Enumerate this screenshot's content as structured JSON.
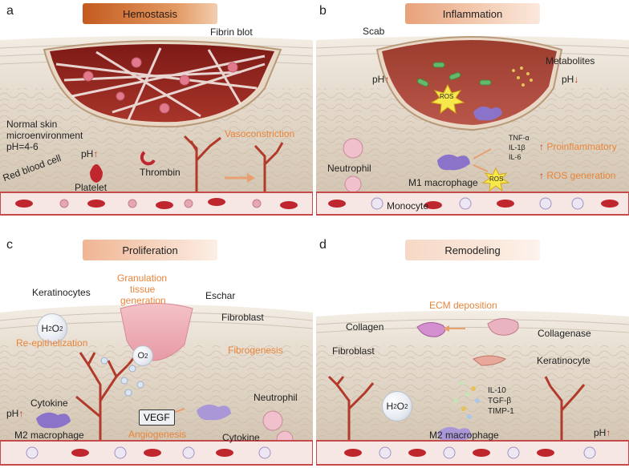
{
  "panels": {
    "a": {
      "letter": "a",
      "title": "Hemostasis",
      "labels": {
        "fibrin": "Fibrin blot",
        "normal_skin_1": "Normal skin",
        "normal_skin_2": "microenvironment",
        "normal_skin_3": "pH=4-6",
        "vasoconstriction": "Vasoconstriction",
        "ph": "pH",
        "thrombin": "Thrombin",
        "rbc": "Red blood cell",
        "platelet": "Platelet"
      }
    },
    "b": {
      "letter": "b",
      "title": "Inflammation",
      "labels": {
        "scab": "Scab",
        "metabolites": "Metabolites",
        "ph_left": "pH",
        "ph_right": "pH",
        "ros_center": "ROS",
        "tnf": "TNF-α",
        "il1": "IL-1β",
        "il6": "IL-6",
        "proinflammatory": "Proinflammatory",
        "ros_small": "ROS",
        "ros_generation": "ROS generation",
        "neutrophil": "Neutrophil",
        "m1": "M1 macrophage",
        "monocyte": "Monocyte"
      }
    },
    "c": {
      "letter": "c",
      "title": "Proliferation",
      "labels": {
        "granulation_1": "Granulation",
        "granulation_2": "tissue",
        "granulation_3": "generation",
        "keratinocytes": "Keratinocytes",
        "eschar": "Eschar",
        "h2o2_h": "H",
        "h2o2_2a": "2",
        "h2o2_o": "O",
        "h2o2_2b": "2",
        "fibroblast": "Fibroblast",
        "re_epi": "Re-epithelization",
        "o2_o": "O",
        "o2_2": "2",
        "fibrogenesis": "Fibrogenesis",
        "neutrophil": "Neutrophil",
        "cytokine_left": "Cytokine",
        "ph": "pH",
        "vegf": "VEGF",
        "m2": "M2 macrophage",
        "angiogenesis": "Angiogenesis",
        "cytokine_right": "Cytokine"
      }
    },
    "d": {
      "letter": "d",
      "title": "Remodeling",
      "labels": {
        "ecm": "ECM deposition",
        "collagen": "Collagen",
        "collagenase": "Collagenase",
        "fibroblast": "Fibroblast",
        "keratinocyte": "Keratinocyte",
        "h2o2_h": "H",
        "h2o2_2a": "2",
        "h2o2_o": "O",
        "h2o2_2b": "2",
        "il10": "IL-10",
        "tgfb": "TGF-β",
        "timp": "TIMP-1",
        "m2": "M2 macrophage",
        "ph": "pH"
      }
    }
  },
  "symbols": {
    "up_arrow": "↑",
    "down_arrow": "↓"
  },
  "colors": {
    "accent_text": "#e8843a",
    "ph_arrow": "#c0392b",
    "vessel": "#b23a2a",
    "rbc": "#c0262d",
    "skin_base": "#ddd2c2",
    "wound": "#9b2b23"
  }
}
